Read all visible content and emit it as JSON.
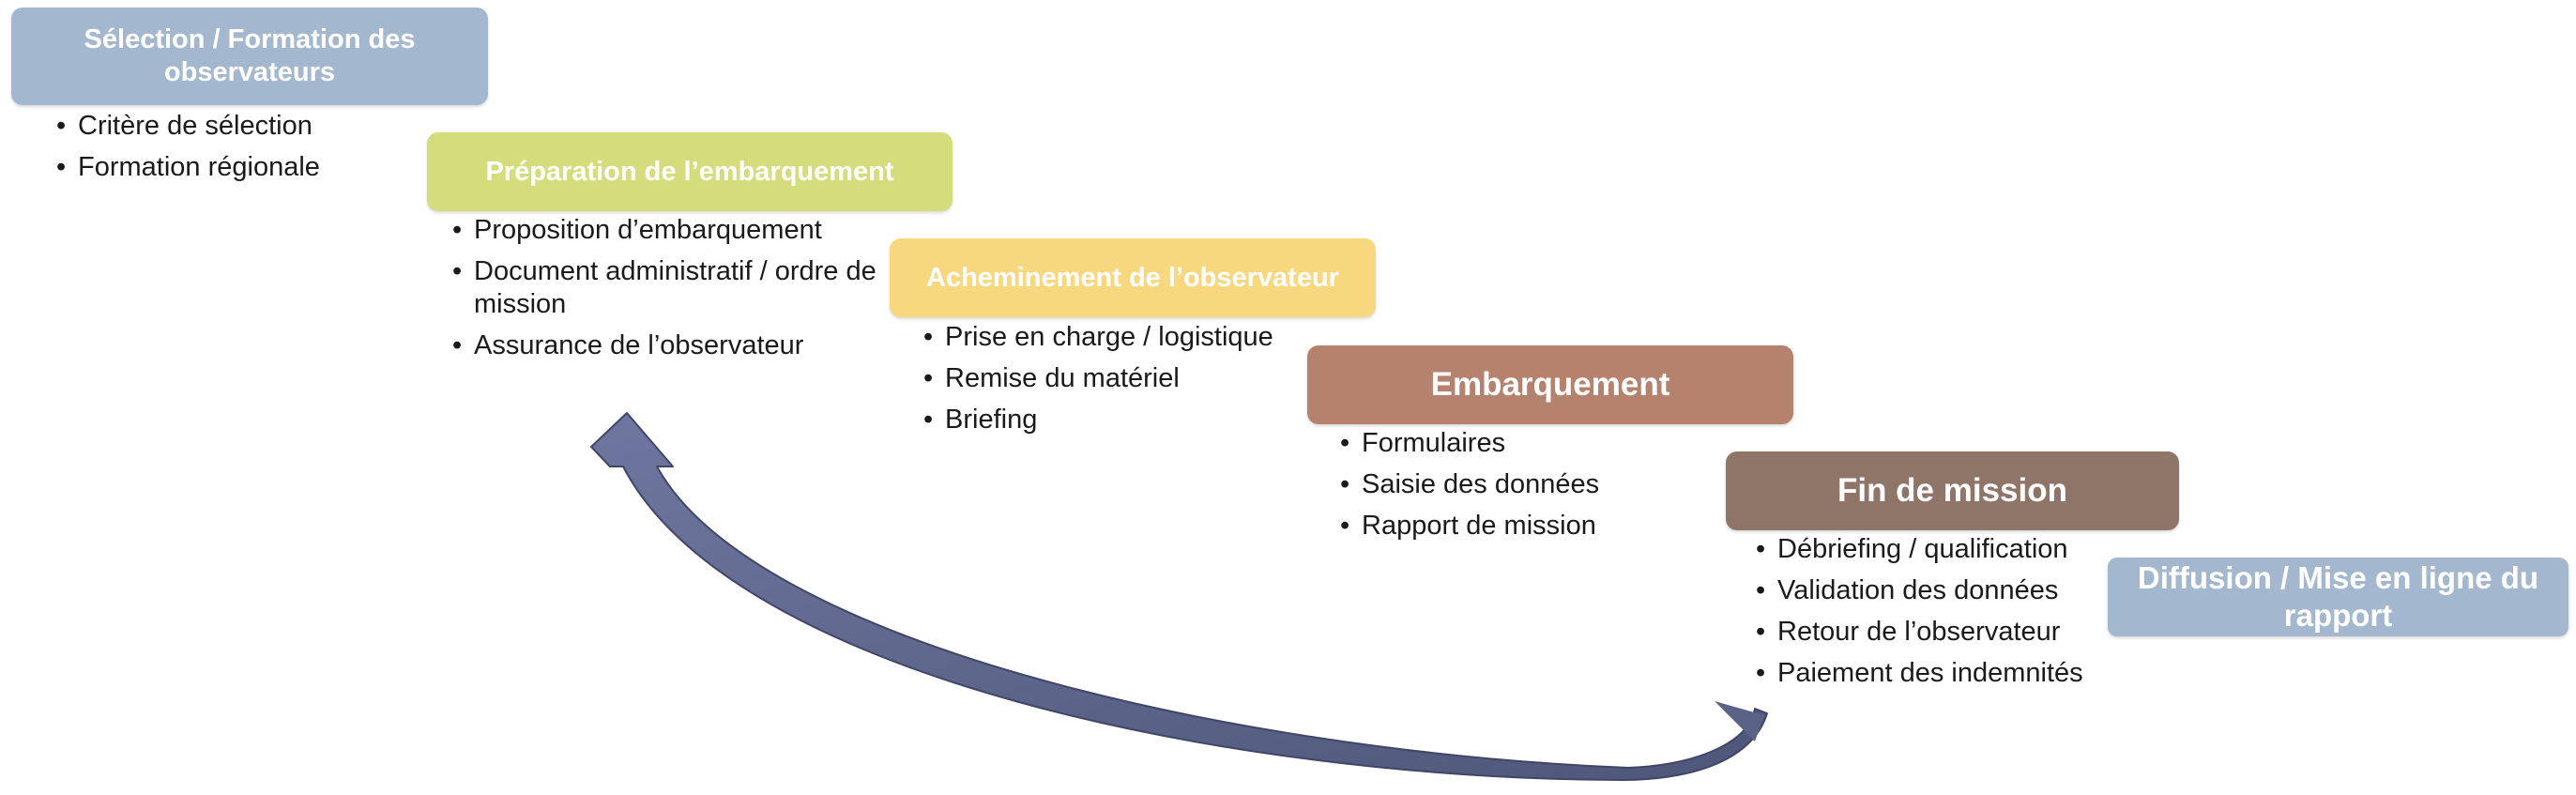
{
  "steps": [
    {
      "title": "Sélection / Formation des observateurs",
      "color": "#a3b8cf",
      "bullets": [
        "Critère de sélection",
        "Formation régionale"
      ]
    },
    {
      "title": "Préparation de l’embarquement",
      "color": "#d5dc7c",
      "bullets": [
        "Proposition d’embarquement",
        "Document administratif / ordre de mission",
        "Assurance de l’observateur"
      ]
    },
    {
      "title": "Acheminement de l’observateur",
      "color": "#f8d87e",
      "bullets": [
        "Prise en charge / logistique",
        "Remise du matériel",
        "Briefing"
      ]
    },
    {
      "title": "Embarquement",
      "color": "#b5826e",
      "bullets": [
        "Formulaires",
        "Saisie des données",
        "Rapport de mission"
      ]
    },
    {
      "title": "Fin de mission",
      "color": "#8f7468",
      "bullets": [
        "Débriefing / qualification",
        "Validation des données",
        "Retour de l’observateur",
        "Paiement des indemnités"
      ]
    },
    {
      "title": "Diffusion / Mise en ligne du rapport",
      "color": "#a3b8cf",
      "bullets": []
    }
  ],
  "arrow_color": "#5a6287"
}
